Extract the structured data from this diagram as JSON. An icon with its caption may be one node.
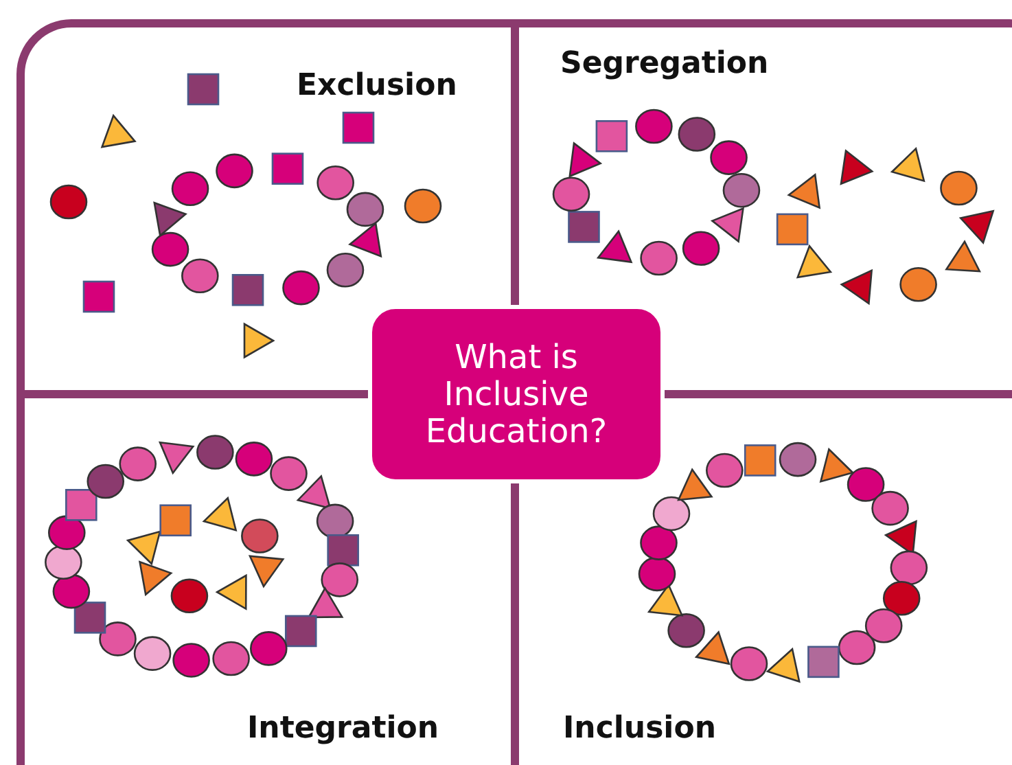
{
  "diagram": {
    "nodes": [
      {
        "text": [
          "Exclusion"
        ]
      },
      {
        "text": [
          "Segregation"
        ]
      },
      {
        "text": [
          "Integration"
        ]
      },
      {
        "text": [
          "Inclusion"
        ]
      },
      {
        "text": [
          "What is Inclusive Education?"
        ]
      }
    ]
  }
}
